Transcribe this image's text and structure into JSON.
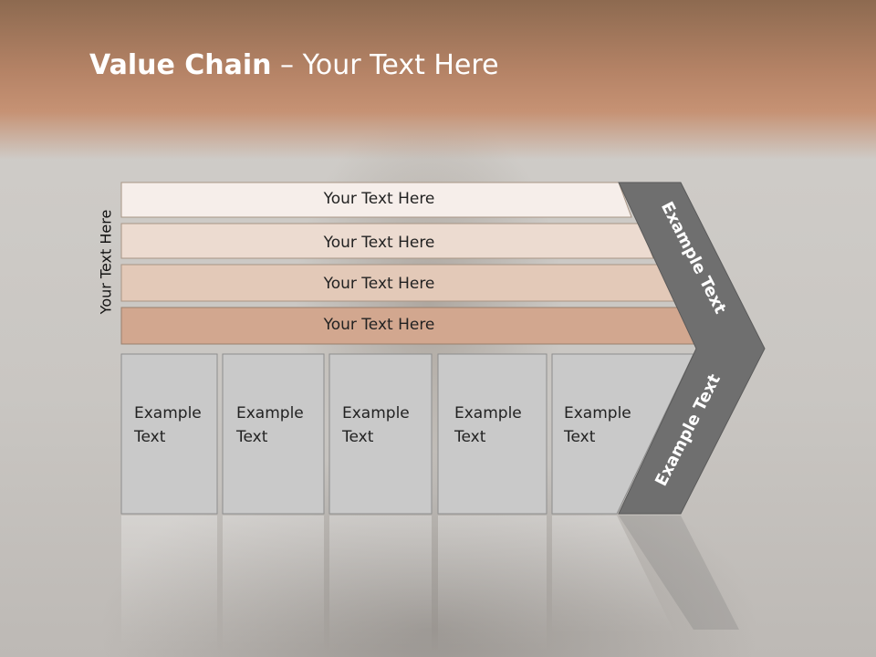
{
  "title": {
    "bold": "Value Chain",
    "rest": " – Your Text Here"
  },
  "side_label": "Your Text Here",
  "bands": [
    {
      "label": "Your Text Here"
    },
    {
      "label": "Your Text Here"
    },
    {
      "label": "Your Text Here"
    },
    {
      "label": "Your Text Here"
    }
  ],
  "boxes": [
    {
      "label": "Example Text"
    },
    {
      "label": "Example Text"
    },
    {
      "label": "Example Text"
    },
    {
      "label": "Example Text"
    },
    {
      "label": "Example Text"
    }
  ],
  "arrow": {
    "upper_label": "Example Text",
    "lower_label": "Example Text"
  },
  "colors": {
    "band1": "#f6eeea",
    "band2": "#ecdbd0",
    "band3": "#e3c9b8",
    "band4": "#d2a78f",
    "box": "#c9c9c9",
    "arrow": "#6f6f6f",
    "accent": "#b58366"
  }
}
